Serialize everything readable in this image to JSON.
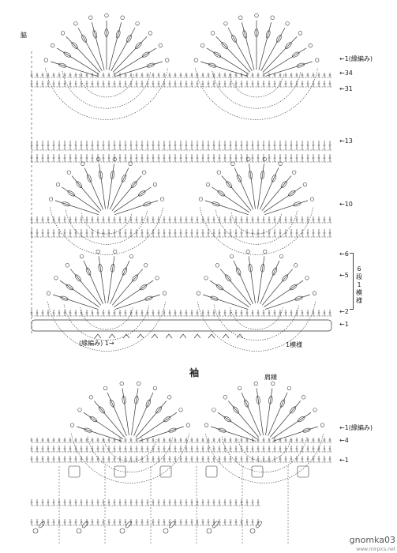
{
  "body_chart": {
    "side_label": "脇",
    "edge_label_right": "1(縁編み)",
    "edge_label_bottom": "(縁編み)",
    "edge_row_start": "1",
    "rows": [
      "34",
      "31",
      "13",
      "10",
      "6",
      "5",
      "2",
      "1"
    ],
    "repeat_rows_label": "6段",
    "repeat_word": "模様",
    "repeat_marker": "1",
    "one_pattern_label": "1模様"
  },
  "sleeve_chart": {
    "title": "袖",
    "shoulder_label": "肩線",
    "edge_label_right": "1(縁編み)",
    "rows": [
      "4",
      "1"
    ]
  },
  "watermark": {
    "user": "gnomka03",
    "site": "www.mirpics.net"
  }
}
